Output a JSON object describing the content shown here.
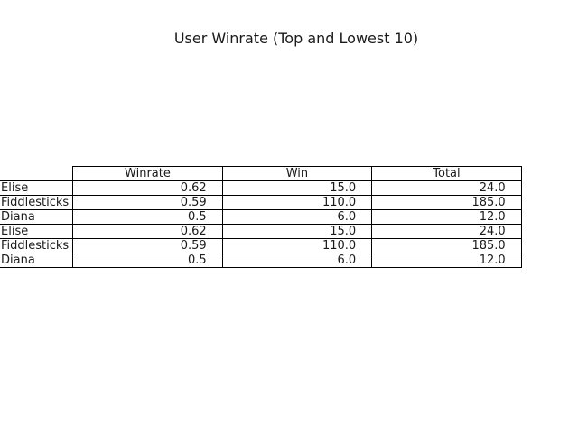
{
  "chart_data": {
    "type": "table",
    "title": "User Winrate (Top and Lowest 10)",
    "columns": [
      "Winrate",
      "Win",
      "Total"
    ],
    "rows": [
      {
        "label": "Elise",
        "values": [
          "0.62",
          "15.0",
          "24.0"
        ]
      },
      {
        "label": "Fiddlesticks",
        "values": [
          "0.59",
          "110.0",
          "185.0"
        ]
      },
      {
        "label": "Diana",
        "values": [
          "0.5",
          "6.0",
          "12.0"
        ]
      },
      {
        "label": "Elise",
        "values": [
          "0.62",
          "15.0",
          "24.0"
        ]
      },
      {
        "label": "Fiddlesticks",
        "values": [
          "0.59",
          "110.0",
          "185.0"
        ]
      },
      {
        "label": "Diana",
        "values": [
          "0.5",
          "6.0",
          "12.0"
        ]
      }
    ]
  }
}
